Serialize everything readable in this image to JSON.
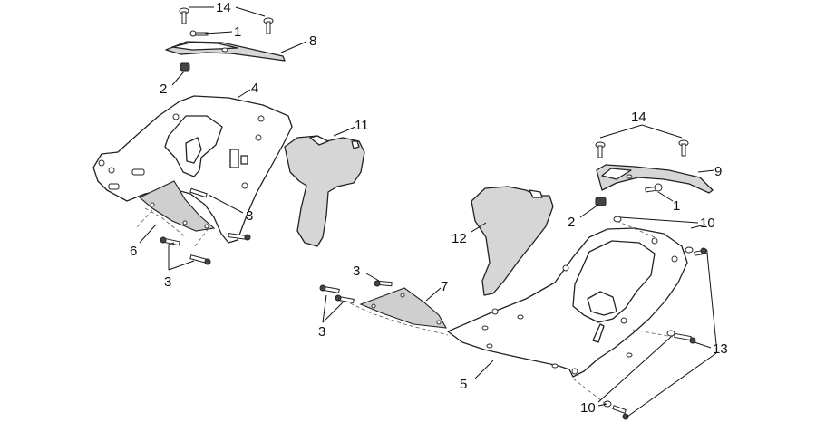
{
  "callouts": {
    "c14a": "14",
    "c1a": "1",
    "c8": "8",
    "c2a": "2",
    "c4": "4",
    "c11": "11",
    "c3a": "3",
    "c6": "6",
    "c3b": "3",
    "c14b": "14",
    "c9": "9",
    "c1b": "1",
    "c2b": "2",
    "c10a": "10",
    "c12": "12",
    "c3c": "3",
    "c7": "7",
    "c3d": "3",
    "c13": "13",
    "c5": "5",
    "c10b": "10"
  },
  "colors": {
    "line": "#222222",
    "shaded": "#d6d6d6",
    "background": "#ffffff"
  }
}
